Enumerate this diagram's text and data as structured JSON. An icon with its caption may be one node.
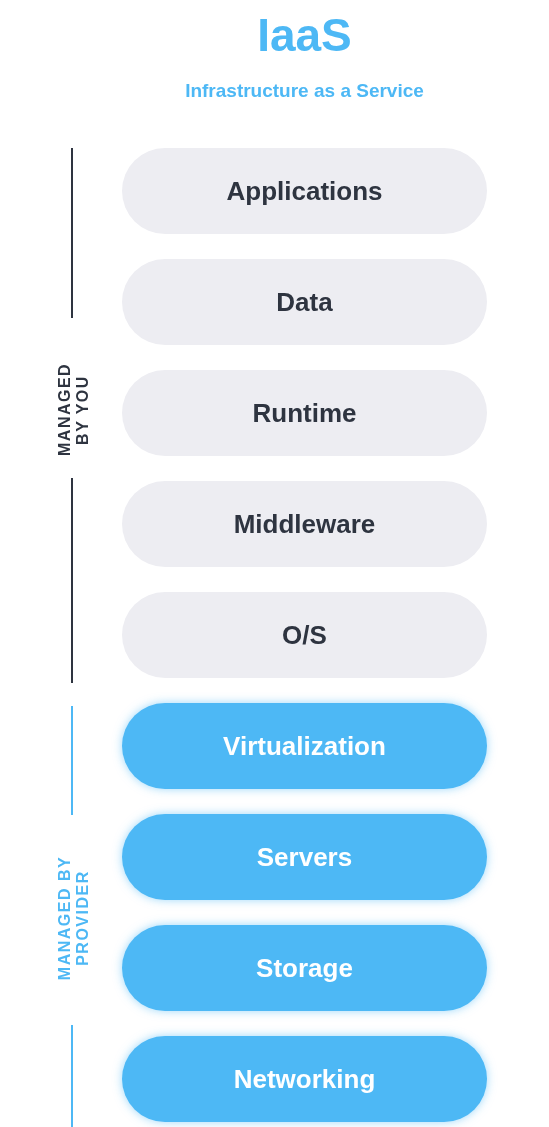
{
  "diagram": {
    "title": "IaaS",
    "nodes": [
      {
        "text": [
          "Applications"
        ]
      },
      {
        "text": [
          "Data"
        ]
      },
      {
        "text": [
          "Runtime"
        ]
      },
      {
        "text": [
          "Middleware"
        ]
      },
      {
        "text": [
          "O/S"
        ]
      },
      {
        "text": [
          "Virtualization"
        ]
      },
      {
        "text": [
          "Servers"
        ]
      },
      {
        "text": [
          "Storage"
        ]
      },
      {
        "text": [
          "Networking"
        ]
      }
    ],
    "edges": [],
    "labels": [
      "Infrastructure as a Service",
      "MANAGED BY YOU",
      "MANAGED BY PROVIDER"
    ]
  }
}
